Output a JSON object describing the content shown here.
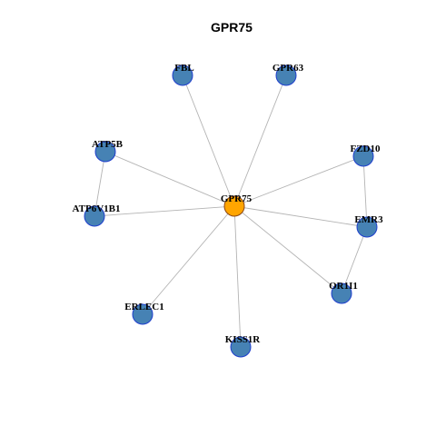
{
  "title": "GPR75",
  "colors": {
    "center_fill": "#FFA500",
    "center_stroke": "#8B4513",
    "node_fill": "#4682B4",
    "node_stroke": "#1E3ECD",
    "edge": "#B4B4B4"
  },
  "nodes": [
    {
      "id": "GPR75",
      "role": "center"
    },
    {
      "id": "FBL"
    },
    {
      "id": "GPR63"
    },
    {
      "id": "ATP5B"
    },
    {
      "id": "FZD10"
    },
    {
      "id": "ATP6V1B1"
    },
    {
      "id": "EMR3"
    },
    {
      "id": "OR1I1"
    },
    {
      "id": "ERLEC1"
    },
    {
      "id": "KISS1R"
    }
  ],
  "edges": [
    [
      "GPR75",
      "FBL"
    ],
    [
      "GPR75",
      "GPR63"
    ],
    [
      "GPR75",
      "ATP5B"
    ],
    [
      "GPR75",
      "FZD10"
    ],
    [
      "GPR75",
      "ATP6V1B1"
    ],
    [
      "GPR75",
      "EMR3"
    ],
    [
      "GPR75",
      "OR1I1"
    ],
    [
      "GPR75",
      "ERLEC1"
    ],
    [
      "GPR75",
      "KISS1R"
    ],
    [
      "ATP5B",
      "ATP6V1B1"
    ],
    [
      "FZD10",
      "EMR3"
    ],
    [
      "EMR3",
      "OR1I1"
    ]
  ]
}
